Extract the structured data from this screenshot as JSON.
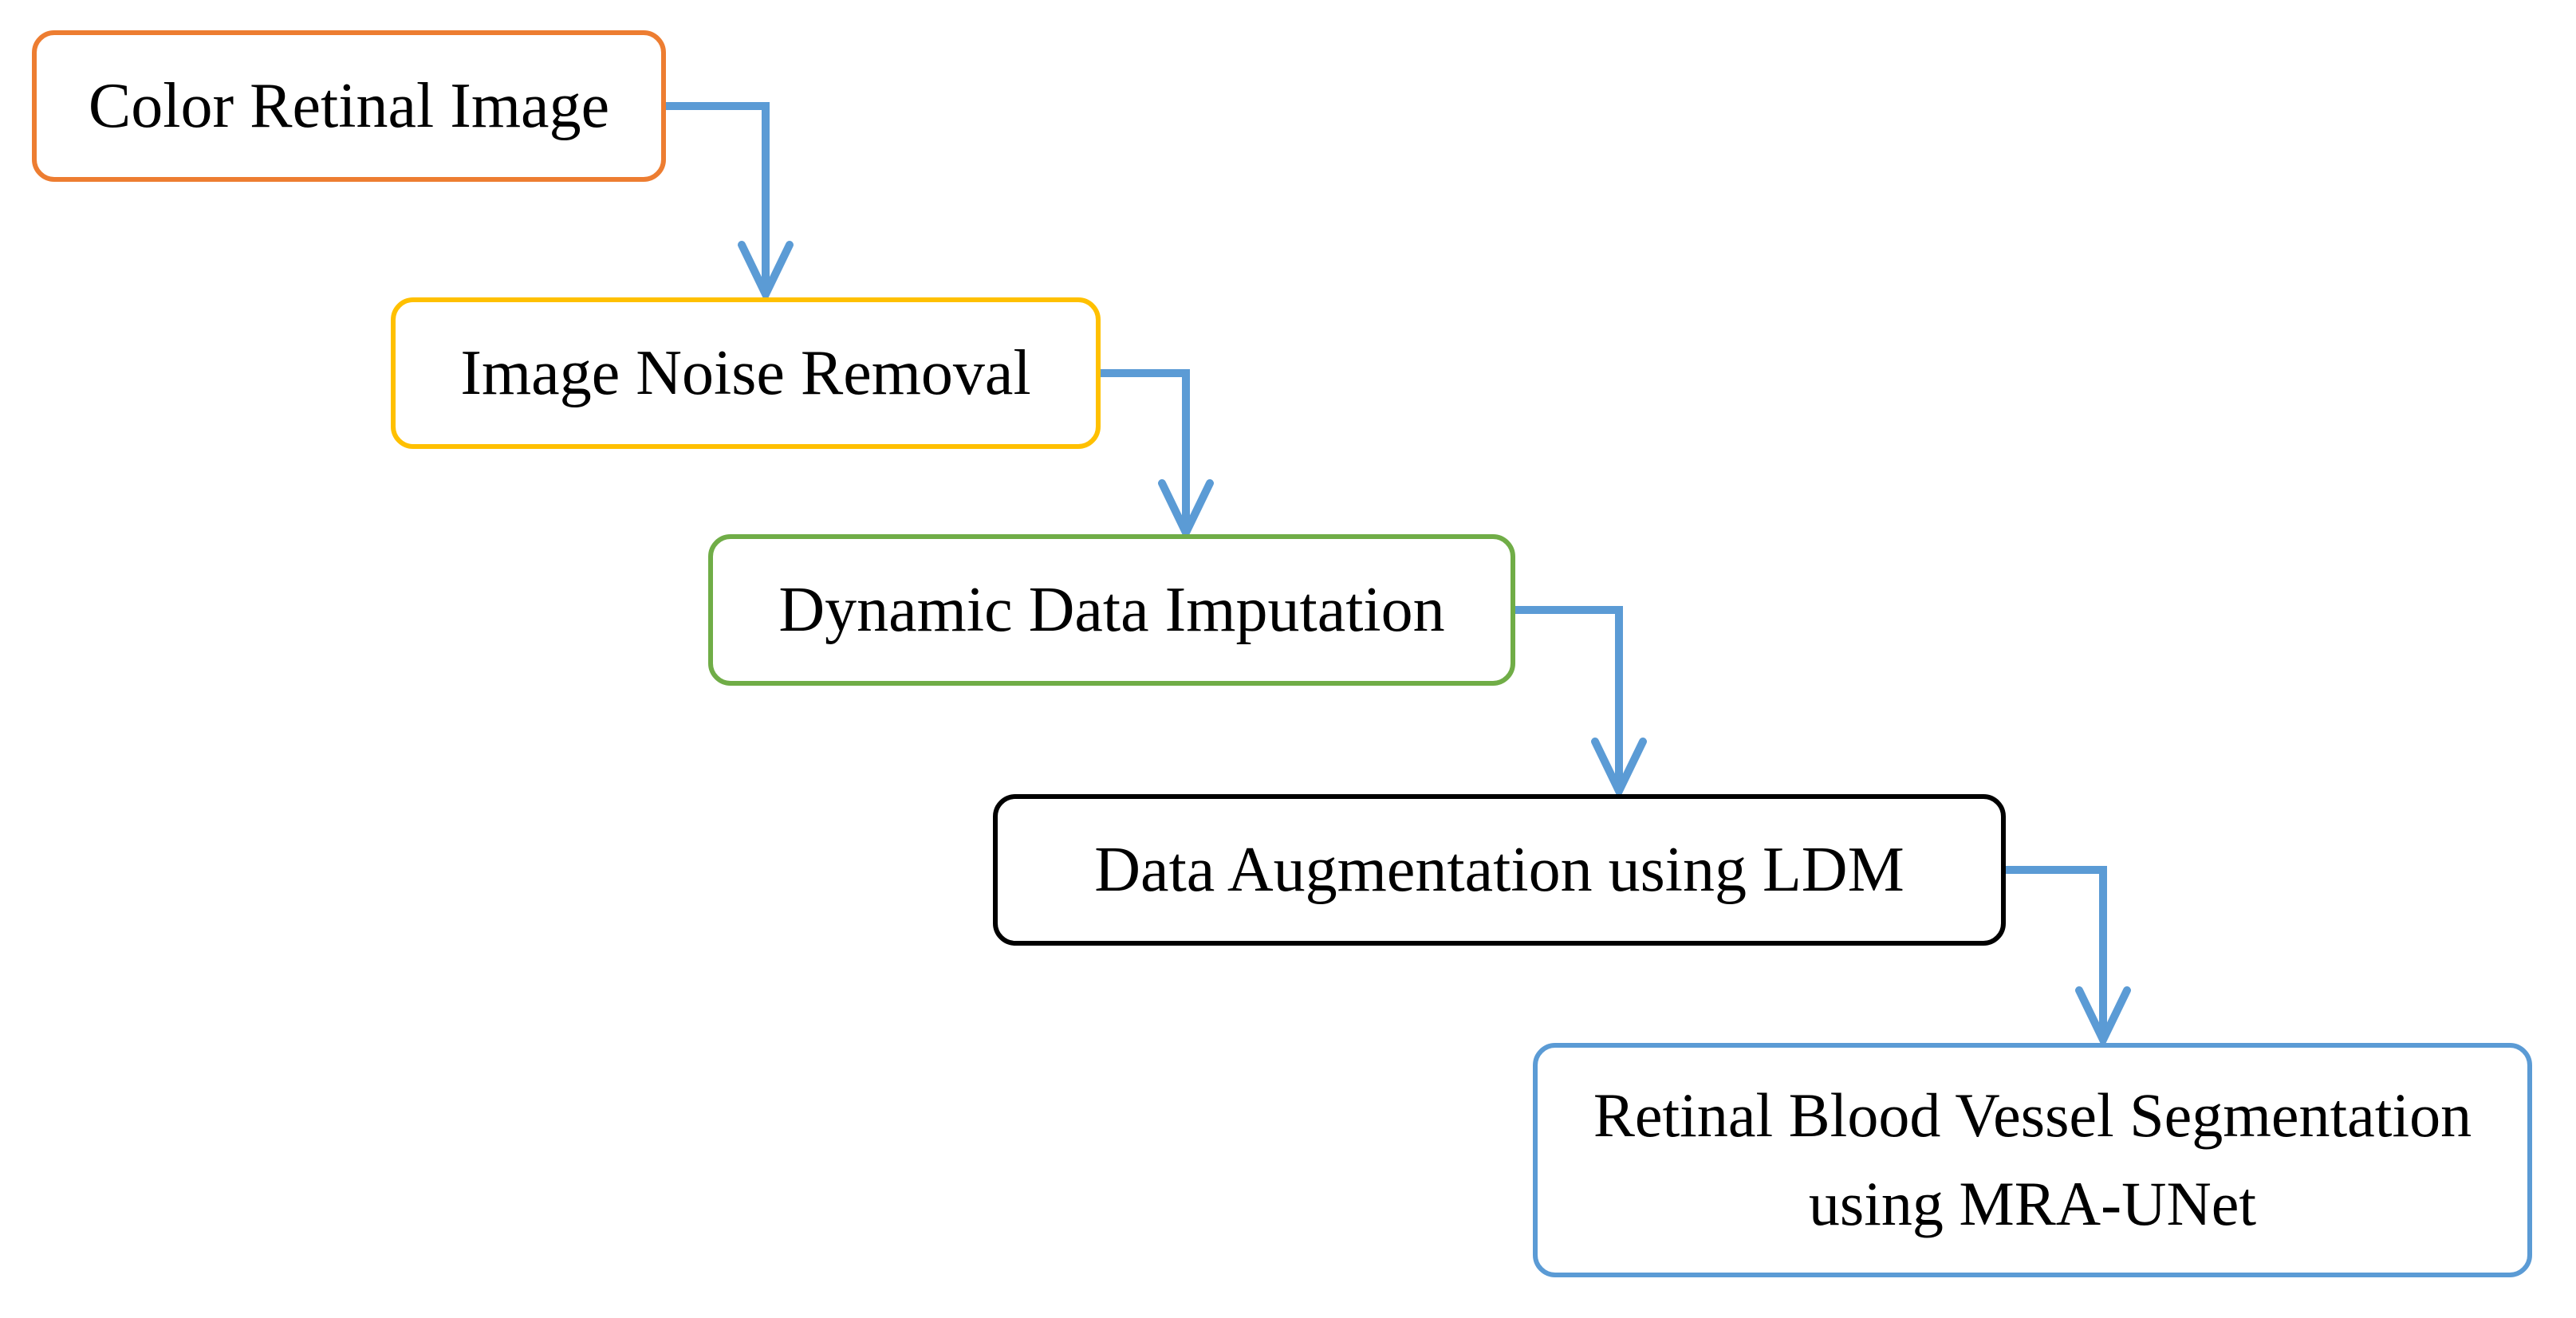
{
  "figure": {
    "background_color": "#ffffff",
    "text_color": "#000000",
    "connector_color": "#5B9BD5",
    "nodes": [
      {
        "id": "color-retinal-image",
        "label": "Color Retinal Image",
        "lines": [
          "Color Retinal Image"
        ],
        "border_color": "#ED7D31"
      },
      {
        "id": "image-noise-removal",
        "label": "Image Noise Removal",
        "lines": [
          "Image Noise Removal"
        ],
        "border_color": "#FFC000"
      },
      {
        "id": "dynamic-data-imputation",
        "label": "Dynamic Data Imputation",
        "lines": [
          "Dynamic Data Imputation"
        ],
        "border_color": "#70AD47"
      },
      {
        "id": "data-augmentation-using-ldm",
        "label": "Data Augmentation using LDM",
        "lines": [
          "Data Augmentation using LDM"
        ],
        "border_color": "#000000"
      },
      {
        "id": "retinal-blood-vessel-segmentation",
        "label": "Retinal Blood Vessel Segmentation using MRA-UNet",
        "lines": [
          "Retinal Blood Vessel Segmentation",
          "using MRA-UNet"
        ],
        "border_color": "#5B9BD5"
      }
    ],
    "edges": [
      {
        "from": "color-retinal-image",
        "to": "image-noise-removal"
      },
      {
        "from": "image-noise-removal",
        "to": "dynamic-data-imputation"
      },
      {
        "from": "dynamic-data-imputation",
        "to": "data-augmentation-using-ldm"
      },
      {
        "from": "data-augmentation-using-ldm",
        "to": "retinal-blood-vessel-segmentation"
      }
    ]
  }
}
